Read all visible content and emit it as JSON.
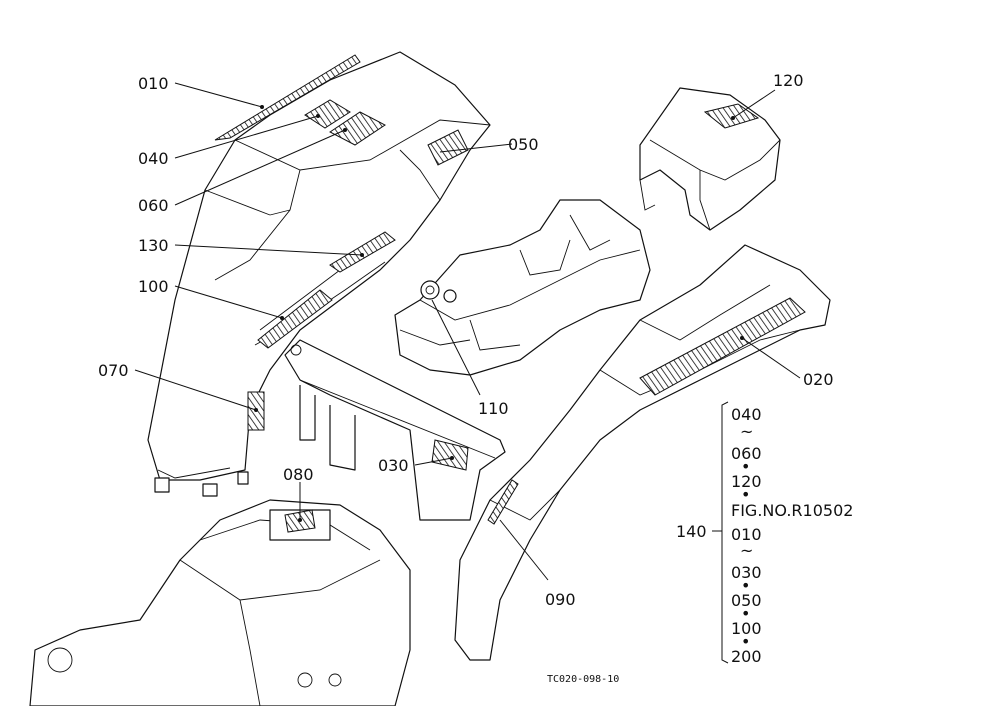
{
  "callouts": {
    "p010": "010",
    "p040": "040",
    "p060": "060",
    "p130": "130",
    "p100": "100",
    "p070": "070",
    "p080": "080",
    "p050": "050",
    "p120": "120",
    "p110": "110",
    "p020": "020",
    "p030": "030",
    "p090": "090",
    "p140": "140"
  },
  "reference_list": [
    {
      "text": "040"
    },
    {
      "text": "~"
    },
    {
      "text": "060"
    },
    {
      "text": "•"
    },
    {
      "text": "120"
    },
    {
      "text": "•"
    },
    {
      "text": "FIG.NO.R10502"
    },
    {
      "text": "010"
    },
    {
      "text": "~"
    },
    {
      "text": "030"
    },
    {
      "text": "•"
    },
    {
      "text": "050"
    },
    {
      "text": "•"
    },
    {
      "text": "100"
    },
    {
      "text": "•"
    },
    {
      "text": "200"
    }
  ],
  "figure_code": "TC020-098-10"
}
